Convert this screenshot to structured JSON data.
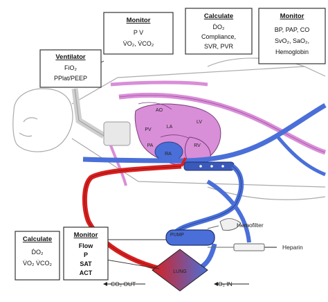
{
  "boxes": {
    "ventilator": {
      "title": "Ventilator",
      "lines": [
        "FiO₂",
        "PPlat/PEEP"
      ]
    },
    "monitor_top": {
      "title": "Monitor",
      "lines": [
        "P   V",
        "V̇O₂,  V̇CO₂"
      ]
    },
    "calculate_top": {
      "title": "Calculate",
      "lines": [
        "ḊO₂",
        "Compliance,",
        "SVR, PVR"
      ]
    },
    "monitor_right": {
      "title": "Monitor",
      "lines": [
        "BP, PAP, CO",
        "SvO₂, SaO₂,",
        "Hemoglobin"
      ]
    },
    "calculate_bottom": {
      "title": "Calculate",
      "lines": [
        "ḊO₂",
        "V̇O₂ V̇CO₂"
      ]
    },
    "monitor_bottom": {
      "title": "Monitor",
      "lines": [
        "Flow",
        "P",
        "SAT",
        "ACT"
      ]
    }
  },
  "heart": {
    "ao": "AO",
    "pv": "PV",
    "la": "LA",
    "lv": "LV",
    "pa": "PA",
    "ra": "RA",
    "rv": "RV"
  },
  "circuit": {
    "pump": "PUMP",
    "lung": "LUNG",
    "hemofilter": "Hemofilter",
    "heparin": "Heparin",
    "co2_out": "CO₂ OUT",
    "o2_in": "O₂ IN"
  },
  "colors": {
    "venous": "#4a6fd8",
    "arterial": "#d82020",
    "pulmonary": "#d98ed8",
    "outline": "#aaaaaa"
  }
}
